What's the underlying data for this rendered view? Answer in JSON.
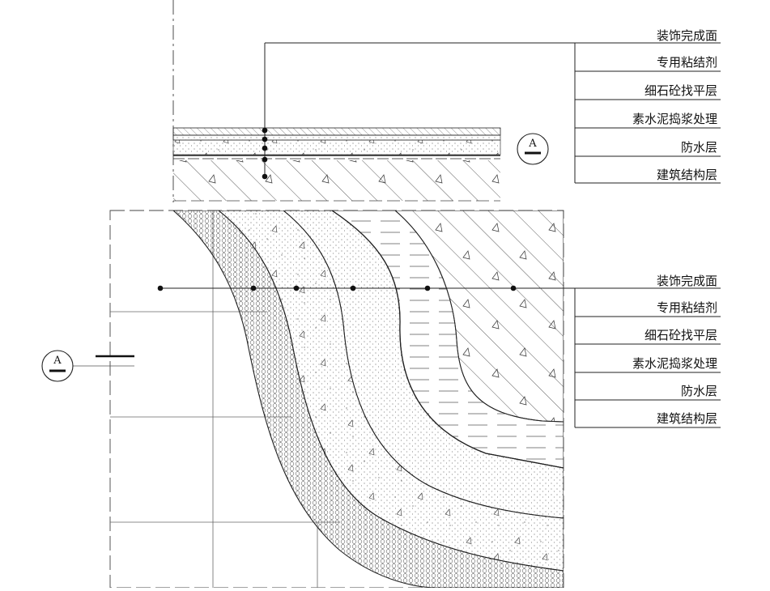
{
  "section_marker": {
    "letter": "A"
  },
  "labels_top": [
    "装饰完成面",
    "专用粘结剂",
    "细石砼找平层",
    "素水泥捣浆处理",
    "防水层",
    "建筑结构层"
  ],
  "labels_bottom": [
    "装饰完成面",
    "专用粘结剂",
    "细石砼找平层",
    "素水泥捣浆处理",
    "防水层",
    "建筑结构层"
  ],
  "colors": {
    "line": "#1a1a1a",
    "background": "#ffffff"
  }
}
